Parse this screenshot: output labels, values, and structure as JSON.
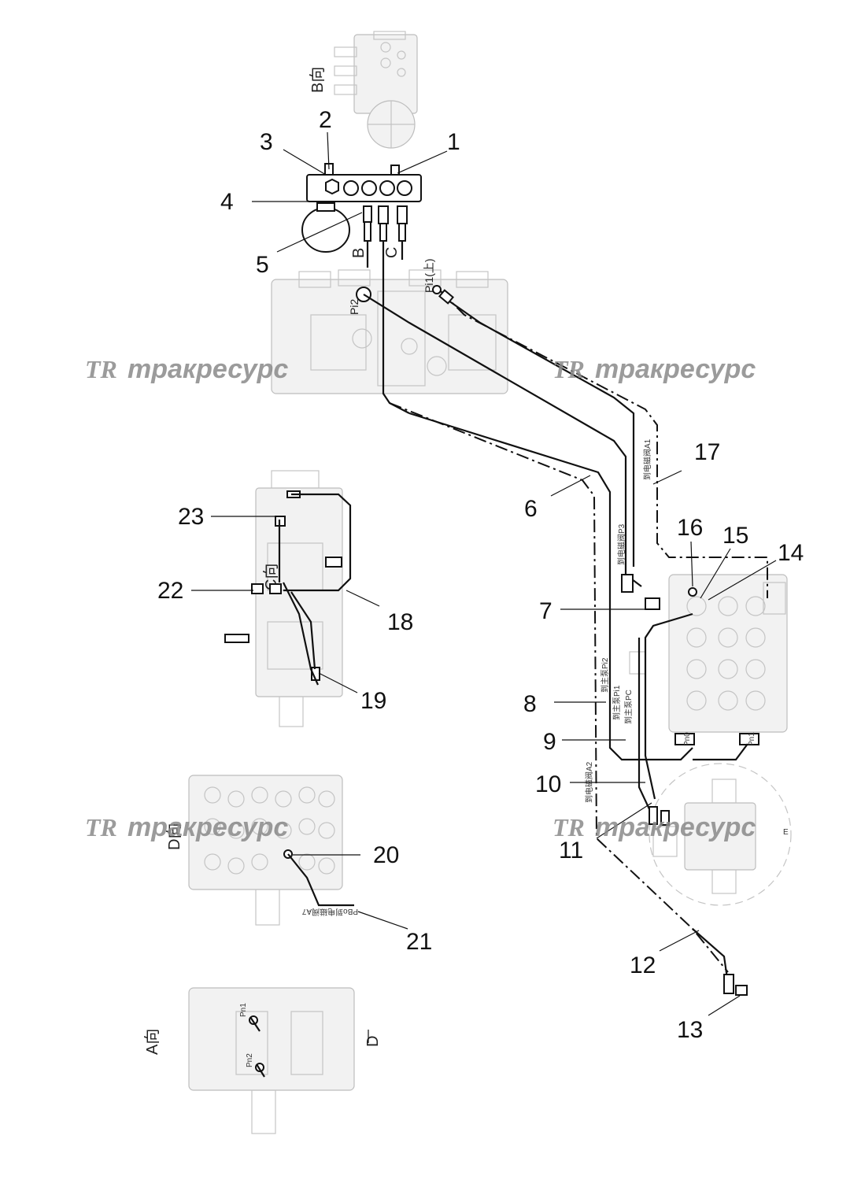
{
  "watermark": {
    "logo": "TR",
    "text": "тракресурс"
  },
  "views": {
    "b": "B向",
    "c": "C向",
    "d": "D向",
    "a": "A向",
    "arrow_b": "B",
    "arrow_c": "C",
    "arrow_d": "D",
    "arrow_e": "E"
  },
  "ports": {
    "pi2": "Pi2",
    "pi1": "Pi1(上)",
    "pn1": "Pn1",
    "pn2": "Pn2",
    "pn0": "Pn0",
    "pi1b": "Pi1"
  },
  "pipe_labels": {
    "a1": "到电磁阀A1",
    "p3": "到电磁阀P3",
    "pi2": "到主泵Pi2",
    "pi1": "到主泵Pi1",
    "pc": "到主泵PC",
    "a2": "到电磁阀A2",
    "pbo": "PBo到电磁阀A7"
  },
  "callouts": [
    "1",
    "2",
    "3",
    "4",
    "5",
    "6",
    "7",
    "8",
    "9",
    "10",
    "11",
    "12",
    "13",
    "14",
    "15",
    "16",
    "17",
    "18",
    "19",
    "20",
    "21",
    "22",
    "23"
  ]
}
